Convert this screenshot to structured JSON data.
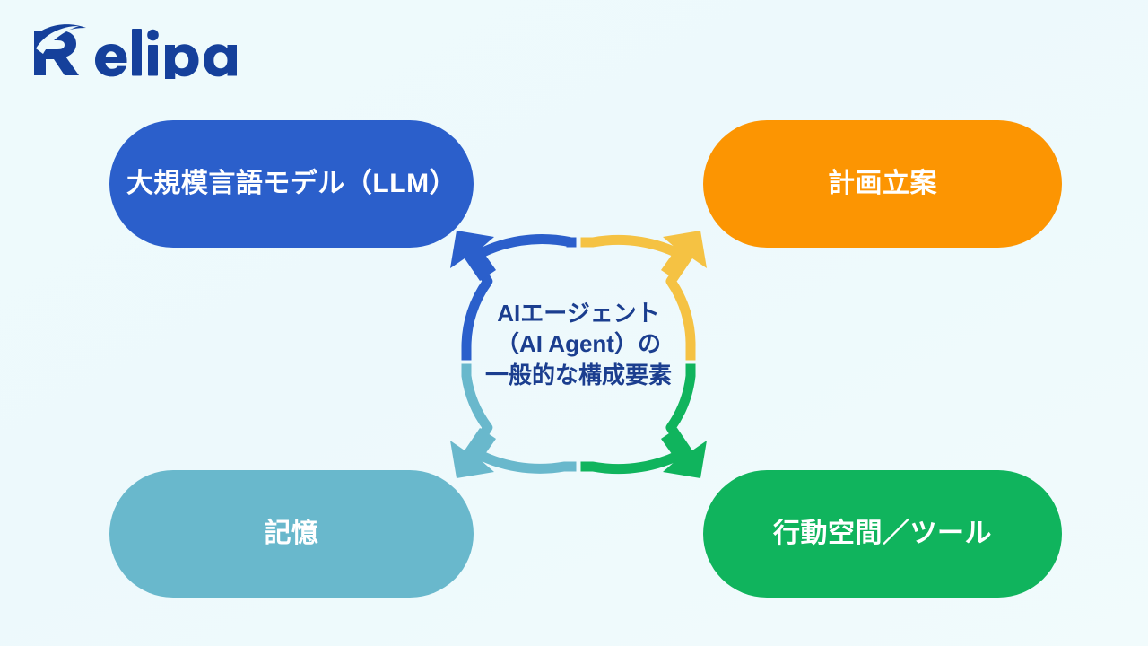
{
  "brand": {
    "logo_text": "Relipa",
    "logo_color": "#15409B"
  },
  "background": {
    "color": "#EEFAFC"
  },
  "center": {
    "lines": [
      "AIエージェント",
      "（AI Agent）の",
      "一般的な構成要素"
    ],
    "text_color": "#1B3E8F"
  },
  "components": [
    {
      "id": "llm",
      "label": "大規模言語モデル（LLM）",
      "color": "#2B5FCB",
      "position": "top-left"
    },
    {
      "id": "planning",
      "label": "計画立案",
      "color": "#FC9502",
      "position": "top-right"
    },
    {
      "id": "memory",
      "label": "記憶",
      "color": "#69B8CC",
      "position": "bottom-left"
    },
    {
      "id": "action",
      "label": "行動空間／ツール",
      "color": "#10B45D",
      "position": "bottom-right"
    }
  ],
  "cycle": {
    "arrows": [
      {
        "id": "arrow-llm",
        "color": "#2B5FCB",
        "points_to": "llm",
        "from_clock": "9",
        "to_clock": "12"
      },
      {
        "id": "arrow-planning",
        "color": "#F5C243",
        "points_to": "planning",
        "from_clock": "12",
        "to_clock": "3"
      },
      {
        "id": "arrow-action",
        "color": "#10B45D",
        "points_to": "action",
        "from_clock": "3",
        "to_clock": "6"
      },
      {
        "id": "arrow-memory",
        "color": "#69B8CC",
        "points_to": "memory",
        "from_clock": "6",
        "to_clock": "9"
      }
    ]
  }
}
